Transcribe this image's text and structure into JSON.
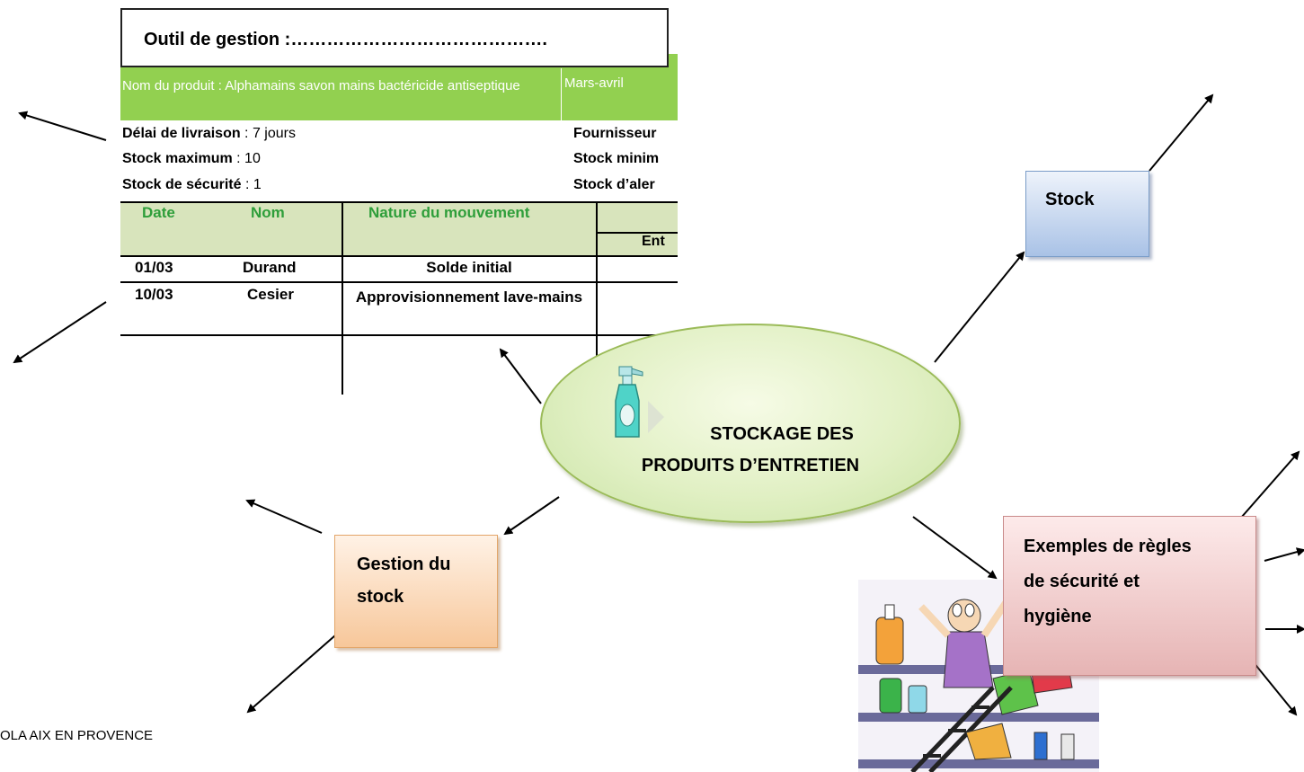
{
  "table": {
    "title": "Outil de gestion :…………………………………….",
    "product_label": "Nom du produit : Alphamains savon mains bactéricide antiseptique",
    "period": "Mars-avril",
    "delai_label": "Délai de livraison",
    "delai_value": " : 7 jours",
    "stock_max_label": "Stock maximum",
    "stock_max_value": " : 10",
    "stock_secu_label": "Stock de sécurité",
    "stock_secu_value": " : 1",
    "fournisseur": "Fournisseur",
    "stock_min": "Stock minim",
    "stock_alerte": "Stock d’aler",
    "columns": [
      "Date",
      "Nom",
      "Nature du mouvement"
    ],
    "sub_column": "Ent",
    "rows": [
      {
        "date": "01/03",
        "nom": "Durand",
        "nature": "Solde initial"
      },
      {
        "date": "10/03",
        "nom": "Cesier",
        "nature": "Approvisionnement lave-mains"
      }
    ]
  },
  "center": {
    "line1": "STOCKAGE DES",
    "line2": "PRODUITS D’ENTRETIEN"
  },
  "boxes": {
    "stock": "Stock",
    "gestion_line1": "Gestion du",
    "gestion_line2": "stock",
    "regles_line1": "Exemples de règles",
    "regles_line2": "de sécurité et",
    "regles_line3": "hygiène"
  },
  "footer": "OLA AIX EN PROVENCE",
  "icons": [
    "spray-bottle-icon",
    "lab-chaos-illustration"
  ]
}
